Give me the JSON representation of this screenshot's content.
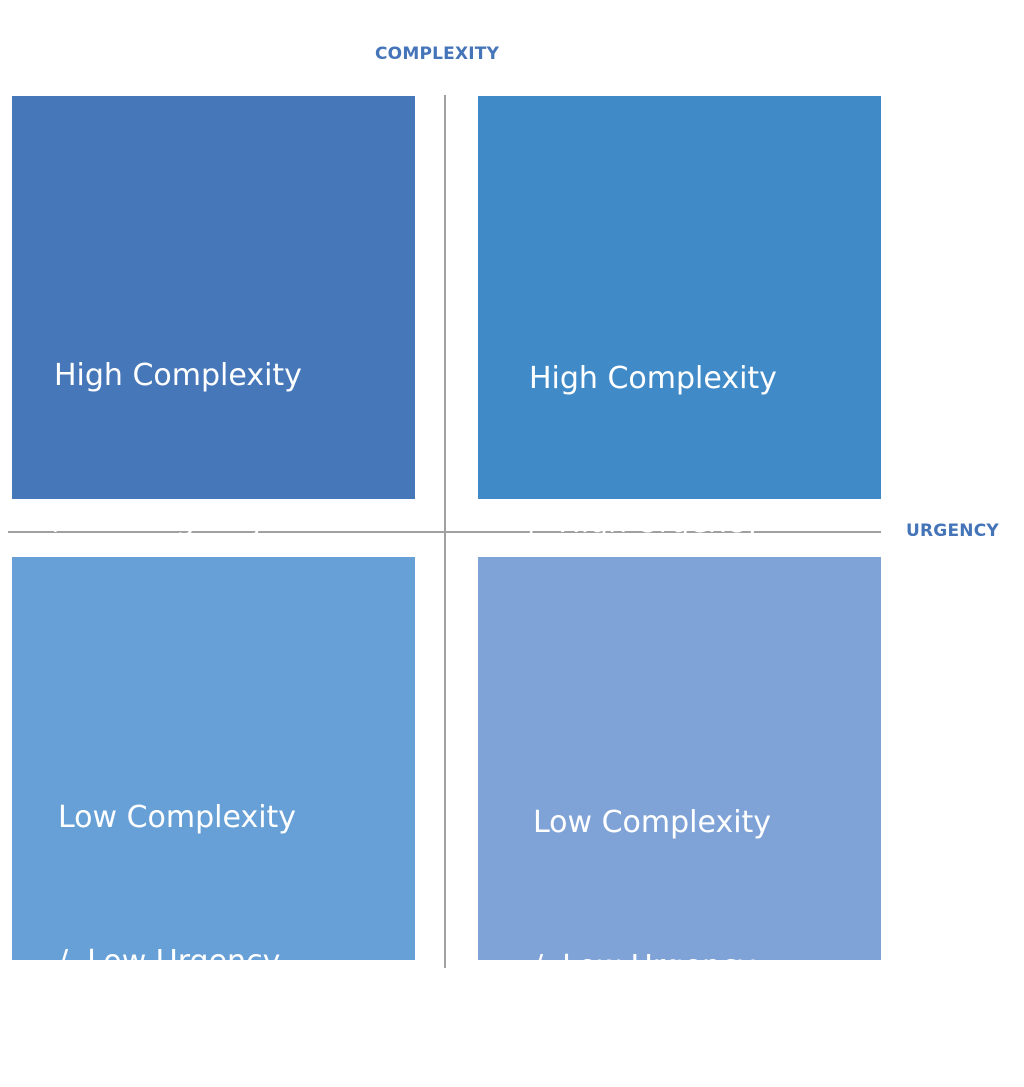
{
  "axes": {
    "vertical_label": "COMPLEXITY",
    "horizontal_label": "URGENCY",
    "label_color": "#4575b8",
    "line_color": "#a0a0a0"
  },
  "quadrants": [
    {
      "position": "top-left",
      "line1": "High Complexity",
      "line2": "/ Low Urgency",
      "color": "#4577b9"
    },
    {
      "position": "top-right",
      "line1": "High Complexity",
      "line2": "/  High Urgency",
      "color": "#408ac8"
    },
    {
      "position": "bottom-left",
      "line1": "Low Complexity",
      "line2": "/  Low Urgency",
      "color": "#67a0d6"
    },
    {
      "position": "bottom-right",
      "line1": "Low Complexity",
      "line2": "/  Low Urgency",
      "color": "#7fa3d6"
    }
  ]
}
